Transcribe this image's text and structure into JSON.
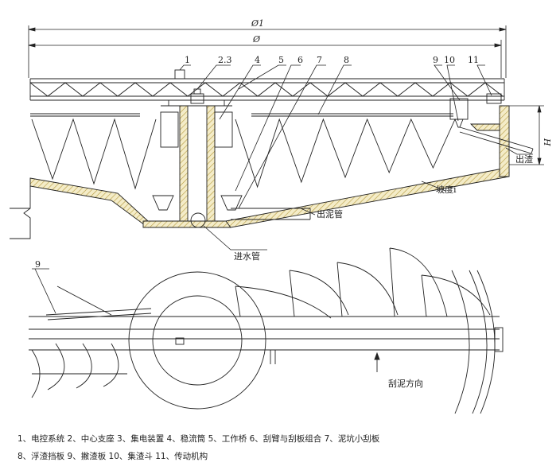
{
  "dimensions": {
    "outer": "Ø1",
    "inner": "Ø",
    "height": "H",
    "slope": "坡度i"
  },
  "callouts": [
    "1",
    "2.3",
    "4",
    "5",
    "6",
    "7",
    "8",
    "9",
    "10",
    "11"
  ],
  "plan_callout": "9",
  "annotations": {
    "sludge_out": "出泥管",
    "water_in": "进水管",
    "scum_out": "出渣",
    "scrape_direction": "刮泥方向"
  },
  "legend": {
    "line1": "1、电控系统  2、中心支座  3、集电装置  4、稳流筒  5、工作桥  6、刮臂与刮板组合  7、泥坑小刮板",
    "line2": "8、浮渣挡板  9、撇渣板  10、集渣斗  11、传动机构"
  },
  "colors": {
    "line": "#222222",
    "hatch": "#b59a3c",
    "background": "#ffffff"
  }
}
